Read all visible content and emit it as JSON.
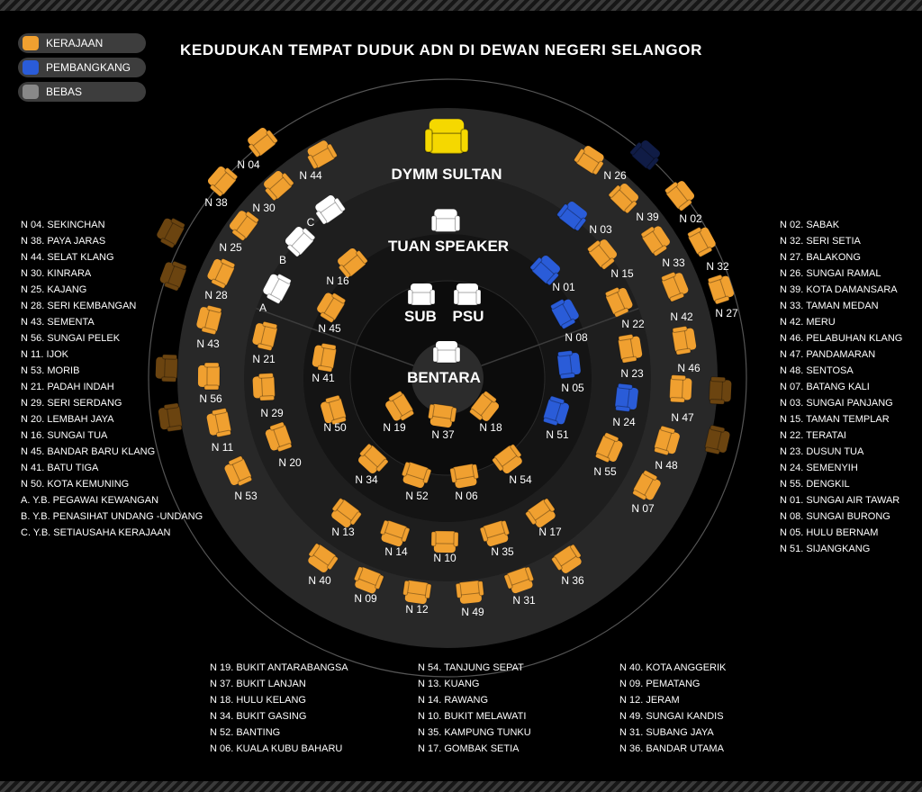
{
  "title": "KEDUDUKAN TEMPAT DUDUK ADN DI DEWAN NEGERI SELANGOR",
  "legend": [
    {
      "label": "KERAJAAN",
      "color": "#f0a030"
    },
    {
      "label": "PEMBANGKANG",
      "color": "#2a5cd8"
    },
    {
      "label": "BEBAS",
      "color": "#888888"
    }
  ],
  "colors": {
    "kerajaan": "#f0a030",
    "pembangkang": "#2a5cd8",
    "bebas": "#ffffff",
    "sultan": "#f5d800",
    "dim": "#6b4410",
    "dim_blue": "#101c46"
  },
  "center": {
    "sultan": "DYMM SULTAN",
    "speaker": "TUAN SPEAKER",
    "sub": "SUB",
    "psu": "PSU",
    "bentara": "BENTARA"
  },
  "seats": [
    {
      "id": "N 04",
      "type": "kerajaan"
    },
    {
      "id": "N 38",
      "type": "kerajaan"
    },
    {
      "id": "N 44",
      "type": "kerajaan"
    },
    {
      "id": "N 30",
      "type": "kerajaan"
    },
    {
      "id": "C",
      "type": "bebas"
    },
    {
      "id": "N 25",
      "type": "kerajaan"
    },
    {
      "id": "B",
      "type": "bebas"
    },
    {
      "id": "N 16",
      "type": "kerajaan"
    },
    {
      "id": "N 28",
      "type": "kerajaan"
    },
    {
      "id": "A",
      "type": "bebas"
    },
    {
      "id": "N 45",
      "type": "kerajaan"
    },
    {
      "id": "N 43",
      "type": "kerajaan"
    },
    {
      "id": "N 21",
      "type": "kerajaan"
    },
    {
      "id": "N 41",
      "type": "kerajaan"
    },
    {
      "id": "N 56",
      "type": "kerajaan"
    },
    {
      "id": "N 29",
      "type": "kerajaan"
    },
    {
      "id": "N 50",
      "type": "kerajaan"
    },
    {
      "id": "N 11",
      "type": "kerajaan"
    },
    {
      "id": "N 20",
      "type": "kerajaan"
    },
    {
      "id": "N 53",
      "type": "kerajaan"
    },
    {
      "id": "N 19",
      "type": "kerajaan"
    },
    {
      "id": "N 37",
      "type": "kerajaan"
    },
    {
      "id": "N 18",
      "type": "kerajaan"
    },
    {
      "id": "N 34",
      "type": "kerajaan"
    },
    {
      "id": "N 52",
      "type": "kerajaan"
    },
    {
      "id": "N 06",
      "type": "kerajaan"
    },
    {
      "id": "N 54",
      "type": "kerajaan"
    },
    {
      "id": "N 13",
      "type": "kerajaan"
    },
    {
      "id": "N 14",
      "type": "kerajaan"
    },
    {
      "id": "N 10",
      "type": "kerajaan"
    },
    {
      "id": "N 35",
      "type": "kerajaan"
    },
    {
      "id": "N 17",
      "type": "kerajaan"
    },
    {
      "id": "N 40",
      "type": "kerajaan"
    },
    {
      "id": "N 09",
      "type": "kerajaan"
    },
    {
      "id": "N 12",
      "type": "kerajaan"
    },
    {
      "id": "N 49",
      "type": "kerajaan"
    },
    {
      "id": "N 31",
      "type": "kerajaan"
    },
    {
      "id": "N 36",
      "type": "kerajaan"
    },
    {
      "id": "N 26",
      "type": "kerajaan"
    },
    {
      "id": "N 02",
      "type": "kerajaan"
    },
    {
      "id": "N 39",
      "type": "kerajaan"
    },
    {
      "id": "N 03",
      "type": "pembangkang"
    },
    {
      "id": "N 32",
      "type": "kerajaan"
    },
    {
      "id": "N 33",
      "type": "kerajaan"
    },
    {
      "id": "N 27",
      "type": "kerajaan"
    },
    {
      "id": "N 15",
      "type": "kerajaan"
    },
    {
      "id": "N 01",
      "type": "pembangkang"
    },
    {
      "id": "N 42",
      "type": "kerajaan"
    },
    {
      "id": "N 22",
      "type": "kerajaan"
    },
    {
      "id": "N 08",
      "type": "pembangkang"
    },
    {
      "id": "N 46",
      "type": "kerajaan"
    },
    {
      "id": "N 23",
      "type": "kerajaan"
    },
    {
      "id": "N 05",
      "type": "pembangkang"
    },
    {
      "id": "N 47",
      "type": "kerajaan"
    },
    {
      "id": "N 24",
      "type": "pembangkang"
    },
    {
      "id": "N 51",
      "type": "pembangkang"
    },
    {
      "id": "N 55",
      "type": "kerajaan"
    },
    {
      "id": "N 48",
      "type": "kerajaan"
    },
    {
      "id": "N 07",
      "type": "kerajaan"
    }
  ],
  "left_list": [
    "N 04. SEKINCHAN",
    "N 38. PAYA JARAS",
    "N 44. SELAT KLANG",
    "N 30. KINRARA",
    "N 25.  KAJANG",
    "N 28. SERI KEMBANGAN",
    "N 43. SEMENTA",
    "N 56. SUNGAI PELEK",
    "N 11. IJOK",
    "N 53. MORIB",
    "N 21. PADAH INDAH",
    "N 29. SERI SERDANG",
    "N 20. LEMBAH JAYA",
    "N 16. SUNGAI TUA",
    "N 45. BANDAR BARU KLANG",
    "N 41. BATU TIGA",
    "N 50. KOTA KEMUNING",
    "A. Y.B. PEGAWAI KEWANGAN",
    "B. Y.B. PENASIHAT UNDANG -UNDANG",
    "C. Y.B. SETIAUSAHA KERAJAAN"
  ],
  "right_list": [
    "N 02. SABAK",
    "N 32. SERI SETIA",
    "N 27. BALAKONG",
    "N 26. SUNGAI RAMAL",
    "N 39. KOTA DAMANSARA",
    "N 33. TAMAN MEDAN",
    "N 42. MERU",
    "N 46. PELABUHAN KLANG",
    "N 47. PANDAMARAN",
    "N 48. SENTOSA",
    "N 07.  BATANG KALI",
    "N 03. SUNGAI PANJANG",
    "N 15. TAMAN TEMPLAR",
    "N 22. TERATAI",
    "N 23. DUSUN TUA",
    "N 24. SEMENYIH",
    "N 55. DENGKIL",
    "N 01. SUNGAI AIR TAWAR",
    "N 08. SUNGAI BURONG",
    "N 05. HULU BERNAM",
    "N 51. SIJANGKANG"
  ],
  "bottom_lists": [
    [
      "N 19. BUKIT ANTARABANGSA",
      "N 37. BUKIT LANJAN",
      "N 18. HULU KELANG",
      "N 34. BUKIT GASING",
      "N 52. BANTING",
      "N 06. KUALA KUBU BAHARU"
    ],
    [
      "N 54. TANJUNG SEPAT",
      "N 13. KUANG",
      "N 14. RAWANG",
      "N 10. BUKIT MELAWATI",
      "N 35. KAMPUNG TUNKU",
      "N 17. GOMBAK SETIA"
    ],
    [
      "N 40. KOTA ANGGERIK",
      "N 09. PEMATANG",
      "N 12. JERAM",
      "N 49. SUNGAI KANDIS",
      "N 31. SUBANG JAYA",
      "N 36. BANDAR UTAMA"
    ]
  ]
}
